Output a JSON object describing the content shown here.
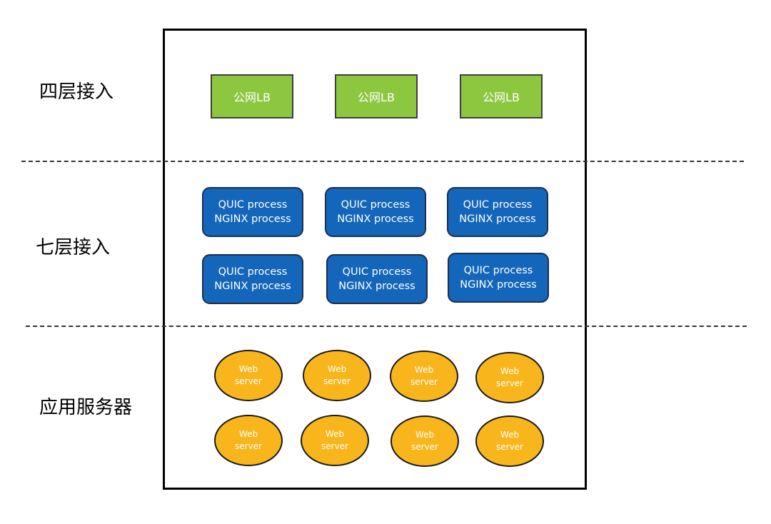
{
  "layers": {
    "l4_label": "四层接入",
    "l7_label": "七层接入",
    "app_label": "应用服务器"
  },
  "lb_nodes": [
    {
      "label": "公网LB"
    },
    {
      "label": "公网LB"
    },
    {
      "label": "公网LB"
    }
  ],
  "proc_nodes": [
    {
      "line1": "QUIC process",
      "line2": "NGINX process"
    },
    {
      "line1": "QUIC process",
      "line2": "NGINX process"
    },
    {
      "line1": "QUIC process",
      "line2": "NGINX process"
    },
    {
      "line1": "QUIC process",
      "line2": "NGINX process"
    },
    {
      "line1": "QUIC process",
      "line2": "NGINX process"
    },
    {
      "line1": "QUIC process",
      "line2": "NGINX process"
    }
  ],
  "web_nodes": [
    {
      "line1": "Web",
      "line2": "server"
    },
    {
      "line1": "Web",
      "line2": "server"
    },
    {
      "line1": "Web",
      "line2": "server"
    },
    {
      "line1": "Web",
      "line2": "server"
    },
    {
      "line1": "Web",
      "line2": "server"
    },
    {
      "line1": "Web",
      "line2": "server"
    },
    {
      "line1": "Web",
      "line2": "server"
    },
    {
      "line1": "Web",
      "line2": "server"
    }
  ],
  "colors": {
    "lb_fill": "#8dc63f",
    "proc_fill": "#1466bb",
    "web_fill": "#f8b61c"
  }
}
